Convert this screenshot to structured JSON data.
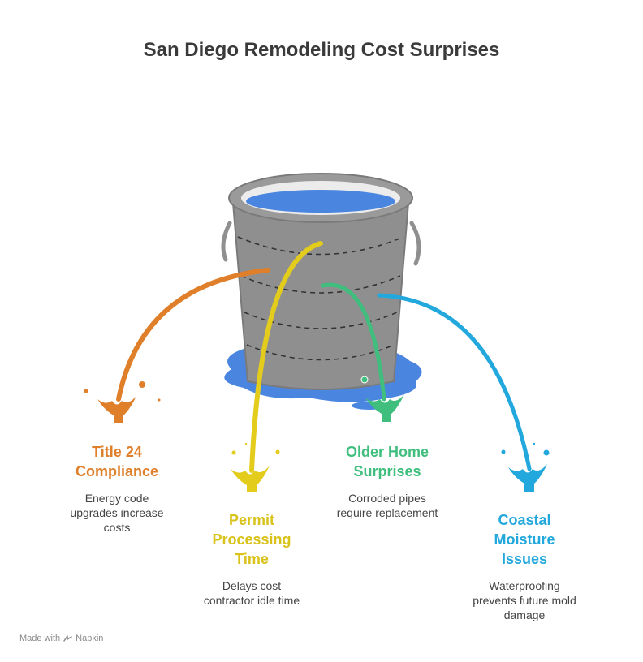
{
  "title": "San Diego Remodeling Cost Surprises",
  "colors": {
    "orange": "#e07f2a",
    "yellow": "#e3cc1c",
    "green": "#3fbe7d",
    "blue": "#22a8dc",
    "water": "#4a86e0",
    "bucket": "#8f8f8f"
  },
  "items": [
    {
      "label_lines": [
        "Title 24",
        "Compliance"
      ],
      "desc_lines": [
        "Energy code",
        "upgrades increase",
        "costs"
      ]
    },
    {
      "label_lines": [
        "Permit",
        "Processing",
        "Time"
      ],
      "desc_lines": [
        "Delays cost",
        "contractor idle time"
      ]
    },
    {
      "label_lines": [
        "Older Home",
        "Surprises"
      ],
      "desc_lines": [
        "Corroded pipes",
        "require replacement"
      ]
    },
    {
      "label_lines": [
        "Coastal",
        "Moisture",
        "Issues"
      ],
      "desc_lines": [
        "Waterproofing",
        "prevents future mold",
        "damage"
      ]
    }
  ],
  "footer": {
    "made_with": "Made with",
    "brand": "Napkin"
  }
}
